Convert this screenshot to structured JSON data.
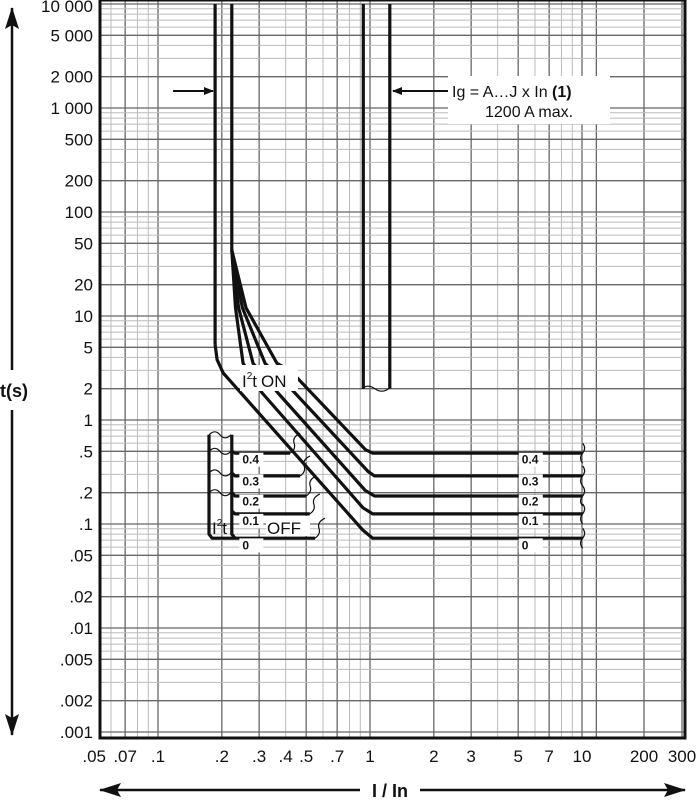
{
  "chart_data": {
    "type": "line",
    "title": "",
    "xlabel": "I / In",
    "ylabel": "t(s)",
    "xscale": "log",
    "yscale": "log",
    "xlim": [
      0.05,
      300
    ],
    "ylim": [
      0.001,
      10000
    ],
    "grid": true,
    "x_ticks": [
      {
        "v": 0.05,
        "label": ".05"
      },
      {
        "v": 0.07,
        "label": ".07"
      },
      {
        "v": 0.1,
        "label": ".1"
      },
      {
        "v": 0.2,
        "label": ".2"
      },
      {
        "v": 0.3,
        "label": ".3"
      },
      {
        "v": 0.4,
        "label": ".4"
      },
      {
        "v": 0.5,
        "label": ".5"
      },
      {
        "v": 0.7,
        "label": ".7"
      },
      {
        "v": 1,
        "label": "1"
      },
      {
        "v": 2,
        "label": "2"
      },
      {
        "v": 3,
        "label": "3"
      },
      {
        "v": 5,
        "label": "5"
      },
      {
        "v": 7,
        "label": "7"
      },
      {
        "v": 10,
        "label": "10"
      },
      {
        "v": 200,
        "label": "200"
      },
      {
        "v": 300,
        "label": "300"
      }
    ],
    "y_ticks": [
      {
        "v": 10000,
        "label": "10 000"
      },
      {
        "v": 5000,
        "label": "5 000"
      },
      {
        "v": 2000,
        "label": "2 000"
      },
      {
        "v": 1000,
        "label": "1 000"
      },
      {
        "v": 500,
        "label": "500"
      },
      {
        "v": 200,
        "label": "200"
      },
      {
        "v": 100,
        "label": "100"
      },
      {
        "v": 50,
        "label": "50"
      },
      {
        "v": 20,
        "label": "20"
      },
      {
        "v": 10,
        "label": "10"
      },
      {
        "v": 5,
        "label": "5"
      },
      {
        "v": 2,
        "label": "2"
      },
      {
        "v": 1,
        "label": "1"
      },
      {
        "v": 0.5,
        "label": ".5"
      },
      {
        "v": 0.2,
        "label": ".2"
      },
      {
        "v": 0.1,
        "label": ".1"
      },
      {
        "v": 0.05,
        "label": ".05"
      },
      {
        "v": 0.02,
        "label": ".02"
      },
      {
        "v": 0.01,
        "label": ".01"
      },
      {
        "v": 0.005,
        "label": ".005"
      },
      {
        "v": 0.002,
        "label": ".002"
      },
      {
        "v": 0.001,
        "label": ".001"
      }
    ],
    "series": [
      {
        "name": "ig-band-left-min",
        "points": [
          [
            0.186,
            10000
          ],
          [
            0.186,
            5.3
          ]
        ]
      },
      {
        "name": "ig-band-left-max",
        "points": [
          [
            0.223,
            10000
          ],
          [
            0.223,
            43
          ]
        ]
      },
      {
        "name": "ig-band-right-min",
        "points": [
          [
            0.93,
            10000
          ],
          [
            0.93,
            2
          ]
        ]
      },
      {
        "name": "ig-band-right-max",
        "points": [
          [
            1.24,
            10000
          ],
          [
            1.24,
            2
          ]
        ]
      },
      {
        "name": "i2t-on-0",
        "points": [
          [
            0.186,
            5.3
          ],
          [
            0.19,
            3.8
          ],
          [
            0.203,
            2.83
          ],
          [
            0.927,
            0.087
          ],
          [
            1.03,
            0.073
          ],
          [
            10.3,
            0.073
          ]
        ]
      },
      {
        "name": "i2t-on-0.1",
        "points": [
          [
            0.223,
            43
          ],
          [
            0.232,
            12
          ],
          [
            0.252,
            3.5
          ],
          [
            0.31,
            1.82
          ],
          [
            0.927,
            0.143
          ],
          [
            1.03,
            0.125
          ],
          [
            10.3,
            0.125
          ]
        ]
      },
      {
        "name": "i2t-on-0.2",
        "points": [
          [
            0.223,
            43
          ],
          [
            0.24,
            12
          ],
          [
            0.281,
            3.5
          ],
          [
            0.368,
            1.82
          ],
          [
            0.95,
            0.21
          ],
          [
            1.05,
            0.186
          ],
          [
            10.3,
            0.186
          ]
        ]
      },
      {
        "name": "i2t-on-0.3",
        "points": [
          [
            0.223,
            43
          ],
          [
            0.25,
            12
          ],
          [
            0.32,
            3.5
          ],
          [
            0.43,
            1.94
          ],
          [
            0.98,
            0.32
          ],
          [
            1.05,
            0.29
          ],
          [
            10.3,
            0.29
          ]
        ]
      },
      {
        "name": "i2t-on-0.4",
        "points": [
          [
            0.223,
            43
          ],
          [
            0.26,
            12
          ],
          [
            0.364,
            3.5
          ],
          [
            0.42,
            3.0
          ],
          [
            0.95,
            0.52
          ],
          [
            1.03,
            0.48
          ],
          [
            10.3,
            0.48
          ]
        ]
      },
      {
        "name": "i2t-off-outer",
        "points": [
          [
            0.174,
            0.72
          ],
          [
            0.174,
            0.08
          ],
          [
            0.18,
            0.073
          ],
          [
            0.55,
            0.073
          ]
        ]
      },
      {
        "name": "i2t-off-inner",
        "points": [
          [
            0.223,
            0.72
          ],
          [
            0.223,
            0.08
          ],
          [
            0.231,
            0.073
          ]
        ]
      },
      {
        "name": "i2t-off-0.4",
        "points": [
          [
            0.223,
            0.5
          ],
          [
            0.231,
            0.48
          ],
          [
            0.42,
            0.48
          ]
        ]
      },
      {
        "name": "i2t-off-0.3",
        "points": [
          [
            0.223,
            0.31
          ],
          [
            0.231,
            0.29
          ],
          [
            0.468,
            0.29
          ]
        ]
      },
      {
        "name": "i2t-off-0.2",
        "points": [
          [
            0.223,
            0.2
          ],
          [
            0.231,
            0.186
          ],
          [
            0.5,
            0.186
          ]
        ]
      },
      {
        "name": "i2t-off-0.1",
        "points": [
          [
            0.223,
            0.133
          ],
          [
            0.231,
            0.125
          ],
          [
            0.52,
            0.125
          ]
        ]
      }
    ],
    "annotations": [
      {
        "text": "0.4",
        "x": 0.25,
        "y": 0.38
      },
      {
        "text": "0.3",
        "x": 0.25,
        "y": 0.235
      },
      {
        "text": "0.2",
        "x": 0.25,
        "y": 0.15
      },
      {
        "text": "0.1",
        "x": 0.25,
        "y": 0.098
      },
      {
        "text": "0",
        "x": 0.25,
        "y": 0.057
      },
      {
        "text": "0.4",
        "x": 5.2,
        "y": 0.38
      },
      {
        "text": "0.3",
        "x": 5.2,
        "y": 0.235
      },
      {
        "text": "0.2",
        "x": 5.2,
        "y": 0.15
      },
      {
        "text": "0.1",
        "x": 5.2,
        "y": 0.098
      },
      {
        "text": "0",
        "x": 5.2,
        "y": 0.057
      }
    ],
    "label_on": "ON",
    "label_off": "OFF",
    "label_i2t": "I",
    "label_i2t_sup": "2",
    "label_i2t_t": "t",
    "ig_note_line1": "Ig = A…J x In ",
    "ig_note_bold": "(1)",
    "ig_note_line2": "1200 A max."
  }
}
